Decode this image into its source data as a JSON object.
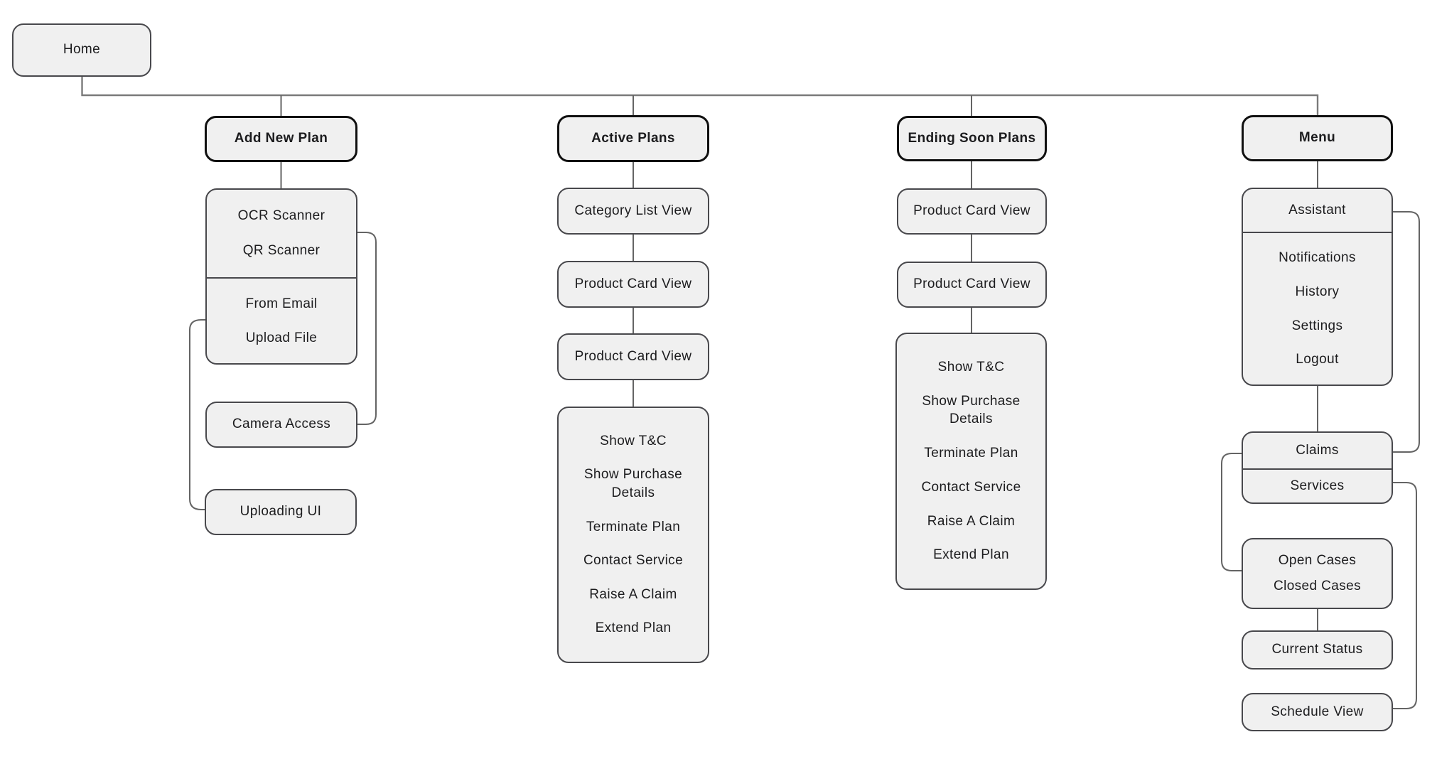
{
  "nodes": {
    "home": "Home",
    "add_new_plan": {
      "title": "Add New Plan",
      "scanner_group": {
        "row1": "OCR Scanner",
        "row2": "QR Scanner",
        "row3": "From Email",
        "row4": "Upload File"
      },
      "camera_access": "Camera Access",
      "uploading_ui": "Uploading UI"
    },
    "active_plans": {
      "title": "Active Plans",
      "category_list_view": "Category List View",
      "product_card_1": "Product Card View",
      "product_card_2": "Product Card View",
      "actions": [
        "Show T&C",
        "Show Purchase Details",
        "Terminate Plan",
        "Contact Service",
        "Raise A Claim",
        "Extend Plan"
      ]
    },
    "ending_soon_plans": {
      "title": "Ending Soon Plans",
      "product_card_1": "Product Card View",
      "product_card_2": "Product Card View",
      "actions": [
        "Show T&C",
        "Show Purchase Details",
        "Terminate Plan",
        "Contact Service",
        "Raise A Claim",
        "Extend Plan"
      ]
    },
    "menu": {
      "title": "Menu",
      "assistant_group": {
        "header": "Assistant",
        "items": [
          "Notifications",
          "History",
          "Settings",
          "Logout"
        ]
      },
      "claims_group": {
        "header": "Claims",
        "item": "Services"
      },
      "cases_group": [
        "Open Cases",
        "Closed Cases"
      ],
      "current_status": "Current Status",
      "schedule_view": "Schedule View"
    }
  },
  "colors": {
    "node_fill": "#f0f0f0",
    "node_stroke": "#48484c",
    "bold_stroke": "#101010",
    "connector": "#646464",
    "spine": "#7a7a7a",
    "text": "#1c1c1e"
  }
}
